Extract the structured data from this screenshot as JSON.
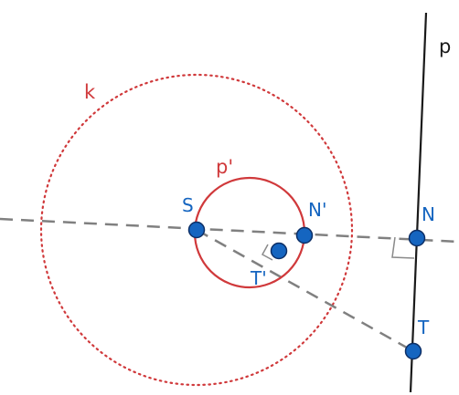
{
  "labels": {
    "line_p": "p",
    "circle_k": "k",
    "circle_p_prime": "p'",
    "point_S": "S",
    "point_N_prime": "N'",
    "point_T_prime": "T'",
    "point_N": "N",
    "point_T": "T"
  },
  "colors": {
    "line": "#1a1a1a",
    "circle": "#d0393b",
    "dashed": "#808080",
    "point_fill": "#1565c0",
    "point_stroke": "#0d2f66",
    "point_label": "#1565c0",
    "right_angle_mark": "#8a8a8a"
  }
}
